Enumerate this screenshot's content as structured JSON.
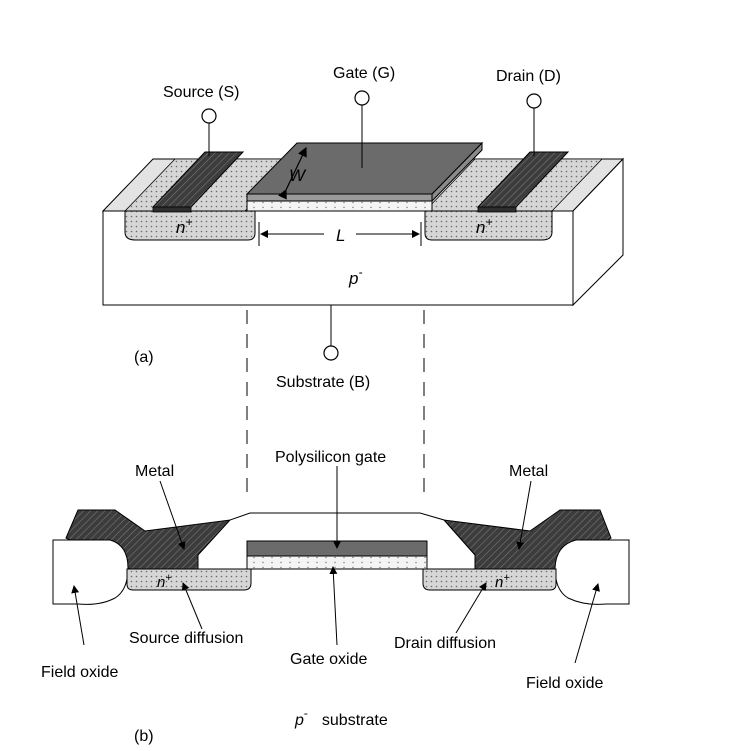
{
  "part_a": {
    "label": "(a)",
    "source": "Source (S)",
    "gate": "Gate (G)",
    "drain": "Drain (D)",
    "substrate": "Substrate (B)",
    "width_symbol": "W",
    "length_symbol": "L",
    "n_plus_base": "n",
    "n_plus_sup": "+",
    "p_minus_base": "p",
    "p_minus_sup": "-"
  },
  "part_b": {
    "label": "(b)",
    "metal_left": "Metal",
    "metal_right": "Metal",
    "polysilicon_gate": "Polysilicon gate",
    "field_oxide_left": "Field oxide",
    "field_oxide_right": "Field oxide",
    "source_diffusion": "Source diffusion",
    "gate_oxide": "Gate oxide",
    "drain_diffusion": "Drain diffusion",
    "n_plus_base": "n",
    "n_plus_sup": "+",
    "substrate_base": "p",
    "substrate_sup": "-",
    "substrate_word": "substrate"
  },
  "colors": {
    "metal_fill": "#4a4a4a",
    "gate_fill": "#6b6b6b",
    "diffusion_fill": "#cfcfcf",
    "oxide_fill": "#f2f2f2",
    "outline": "#000000"
  }
}
